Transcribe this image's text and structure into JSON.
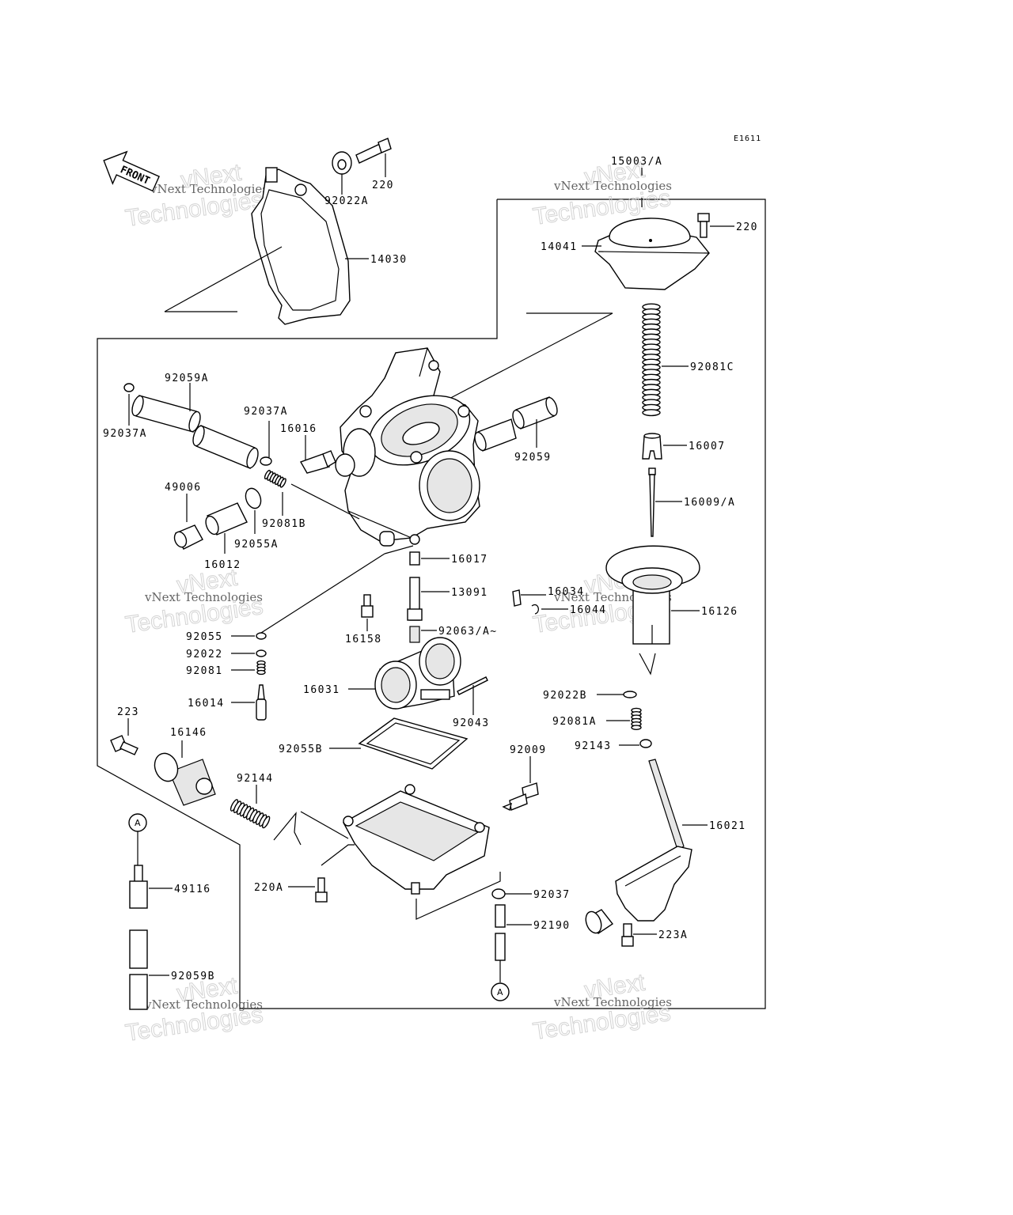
{
  "diagram_code": "E1611",
  "front_label": "FRONT",
  "watermark": {
    "line1": "vNext Technologies",
    "line2": "Technologies",
    "line3": "vNext"
  },
  "parts": {
    "p15003A": "15003/A",
    "p220_top": "220",
    "p92022A": "92022A",
    "p14030": "14030",
    "p220_right": "220",
    "p14041": "14041",
    "p92081C": "92081C",
    "p92059A": "92059A",
    "p92037A_left": "92037A",
    "p92037A_mid": "92037A",
    "p16016": "16016",
    "p92059": "92059",
    "p16007": "16007",
    "p49006": "49006",
    "p92081B": "92081B",
    "p92055A": "92055A",
    "p16012": "16012",
    "p16009A": "16009/A",
    "p16017": "16017",
    "p13091": "13091",
    "p16034": "16034",
    "p16044": "16044",
    "p16126": "16126",
    "p92055": "92055",
    "p16158": "16158",
    "p92063A": "92063/A~",
    "p92022": "92022",
    "p92081": "92081",
    "p16031": "16031",
    "p16014": "16014",
    "p92043": "92043",
    "p92022B": "92022B",
    "p223": "223",
    "p16146": "16146",
    "p92081A": "92081A",
    "p92055B": "92055B",
    "p92009": "92009",
    "p92143": "92143",
    "p92144": "92144",
    "p16021": "16021",
    "p49116": "49116",
    "p220A": "220A",
    "p92037": "92037",
    "p92190": "92190",
    "p223A": "223A",
    "p92059B": "92059B"
  },
  "callouts": {
    "a_top": "A",
    "a_bottom": "A"
  }
}
